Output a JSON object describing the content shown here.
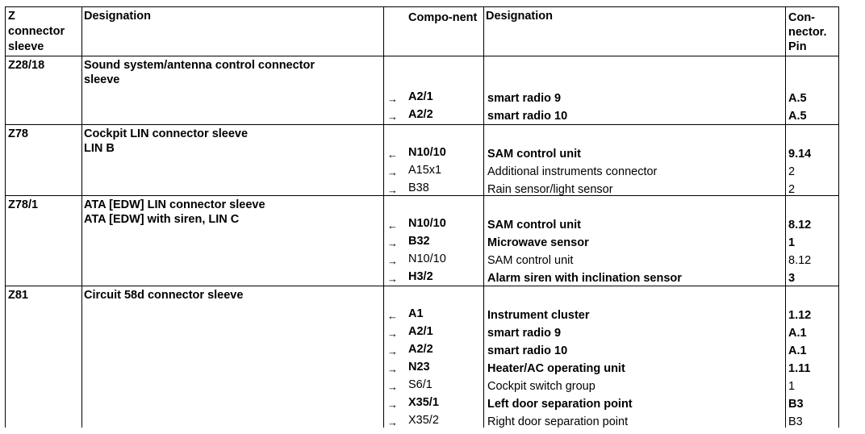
{
  "header": {
    "col1": [
      "Z",
      "connector",
      "sleeve"
    ],
    "col2": "Designation",
    "col3": "Compo-nent",
    "col4": "Designation",
    "col5": [
      "Con-",
      "nector.",
      "Pin"
    ]
  },
  "groups": [
    {
      "z": "Z28/18",
      "designation": [
        "Sound system/antenna control connector",
        "sleeve"
      ],
      "rows": [
        {
          "dir": "→",
          "comp": "A2/1",
          "desc": "smart radio 9",
          "pin": "A.5",
          "bold": true
        },
        {
          "dir": "→",
          "comp": "A2/2",
          "desc": "smart radio 10",
          "pin": "A.5",
          "bold": true
        }
      ]
    },
    {
      "z": "Z78",
      "designation": [
        "Cockpit LIN connector sleeve",
        "LIN B"
      ],
      "rows": [
        {
          "dir": "←",
          "comp": "N10/10",
          "desc": "SAM control unit",
          "pin": "9.14",
          "bold": true
        },
        {
          "dir": "→",
          "comp": "A15x1",
          "desc": "Additional instruments connector",
          "pin": "2",
          "bold": false
        },
        {
          "dir": "→",
          "comp": "B38",
          "desc": "Rain sensor/light sensor",
          "pin": "2",
          "bold": false
        }
      ]
    },
    {
      "z": "Z78/1",
      "designation": [
        "ATA [EDW] LIN connector sleeve",
        "ATA [EDW] with siren, LIN C"
      ],
      "rows": [
        {
          "dir": "←",
          "comp": "N10/10",
          "desc": "SAM control unit",
          "pin": "8.12",
          "bold": true
        },
        {
          "dir": "→",
          "comp": "B32",
          "desc": "Microwave sensor",
          "pin": "1",
          "bold": true
        },
        {
          "dir": "→",
          "comp": "N10/10",
          "desc": "SAM control unit",
          "pin": "8.12",
          "bold": false
        },
        {
          "dir": "→",
          "comp": "H3/2",
          "desc": "Alarm siren with inclination sensor",
          "pin": "3",
          "bold": true
        }
      ]
    },
    {
      "z": "Z81",
      "designation": [
        "Circuit 58d connector sleeve"
      ],
      "rows": [
        {
          "dir": "←",
          "comp": "A1",
          "desc": "Instrument cluster",
          "pin": "1.12",
          "bold": true
        },
        {
          "dir": "→",
          "comp": "A2/1",
          "desc": "smart radio 9",
          "pin": "A.1",
          "bold": true
        },
        {
          "dir": "→",
          "comp": "A2/2",
          "desc": "smart radio 10",
          "pin": "A.1",
          "bold": true
        },
        {
          "dir": "→",
          "comp": "N23",
          "desc": "Heater/AC operating unit",
          "pin": "1.11",
          "bold": true
        },
        {
          "dir": "→",
          "comp": "S6/1",
          "desc": "Cockpit switch group",
          "pin": "1",
          "bold": false
        },
        {
          "dir": "→",
          "comp": "X35/1",
          "desc": "Left door separation point",
          "pin": "B3",
          "bold": true
        },
        {
          "dir": "→",
          "comp": "X35/2",
          "desc": "Right door separation point",
          "pin": "B3",
          "bold": false
        }
      ]
    }
  ]
}
